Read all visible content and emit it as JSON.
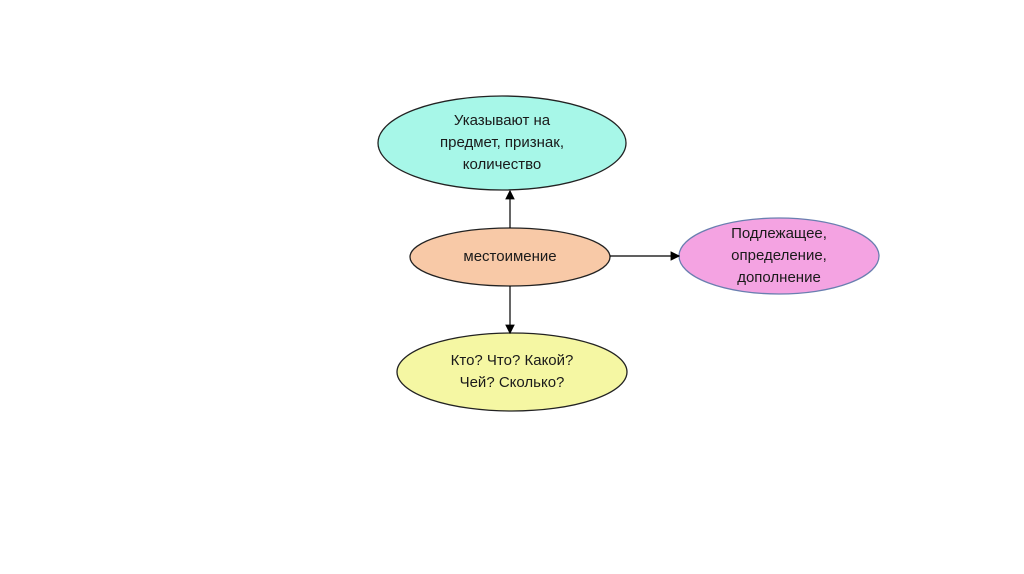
{
  "nodes": {
    "center": {
      "lines": [
        "местоимение"
      ],
      "fill": "#f8c9a7"
    },
    "top": {
      "lines": [
        "Указывают на",
        "предмет, признак,",
        "количество"
      ],
      "fill": "#a7f7e8"
    },
    "right": {
      "lines": [
        "Подлежащее,",
        "определение,",
        "дополнение"
      ],
      "fill": "#f4a3e2"
    },
    "bottom": {
      "lines": [
        "Кто? Что? Какой?",
        "Чей? Сколько?"
      ],
      "fill": "#f5f7a3"
    }
  },
  "edges": [
    {
      "from": "center",
      "to": "top"
    },
    {
      "from": "center",
      "to": "right"
    },
    {
      "from": "center",
      "to": "bottom"
    }
  ]
}
